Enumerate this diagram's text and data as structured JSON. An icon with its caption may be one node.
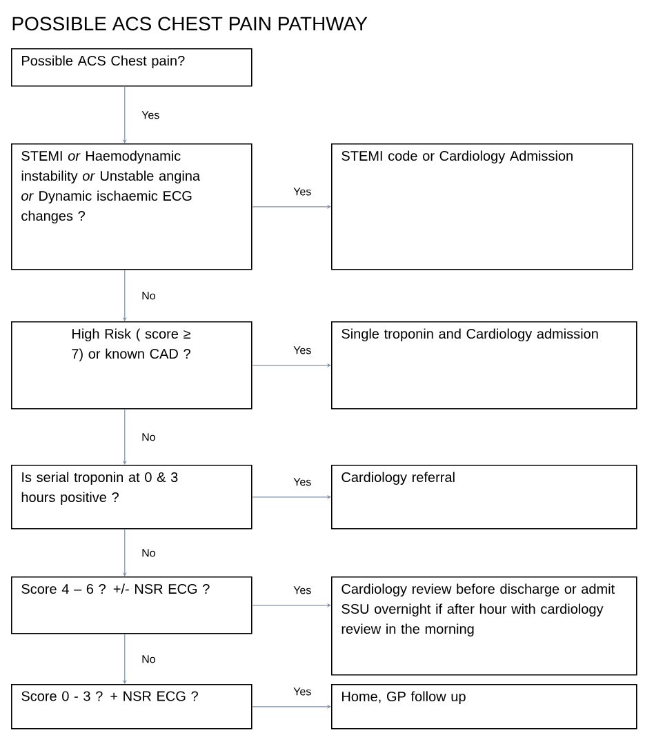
{
  "diagram": {
    "title": "POSSIBLE ACS CHEST PAIN PATHWAY",
    "nodes": [
      {
        "text": [
          "Possible ACS Chest pain?"
        ]
      },
      {
        "text": [
          "STEMI *or* Haemodynamic instability *or* Unstable angina *or* Dynamic ischaemic ECG changes ?"
        ]
      },
      {
        "text": [
          "STEMI code or Cardiology Admission"
        ]
      },
      {
        "text": [
          "High Risk ( score ≥ 7) or known CAD ?"
        ]
      },
      {
        "text": [
          "Single troponin and Cardiology admission"
        ]
      },
      {
        "text": [
          "Is serial troponin at 0 & 3 hours positive ?"
        ]
      },
      {
        "text": [
          "Cardiology referral"
        ]
      },
      {
        "text": [
          "Score 4 – 6 ? +/- NSR ECG ?"
        ]
      },
      {
        "text": [
          "Cardiology review before discharge or admit SSU overnight if after hour with cardiology review in the morning"
        ]
      },
      {
        "text": [
          "Score 0 - 3 ? + NSR ECG ?"
        ]
      },
      {
        "text": [
          "Home, GP follow up"
        ]
      }
    ],
    "edges": [
      {
        "from": 0,
        "to": 1,
        "arrow": "to",
        "label": "Yes"
      },
      {
        "from": 1,
        "to": 2,
        "arrow": "to",
        "label": "Yes"
      },
      {
        "from": 1,
        "to": 3,
        "arrow": "to",
        "label": "No"
      },
      {
        "from": 3,
        "to": 4,
        "arrow": "to",
        "label": "Yes"
      },
      {
        "from": 3,
        "to": 5,
        "arrow": "to",
        "label": "No"
      },
      {
        "from": 5,
        "to": 6,
        "arrow": "to",
        "label": "Yes"
      },
      {
        "from": 5,
        "to": 7,
        "arrow": "to",
        "label": "No"
      },
      {
        "from": 7,
        "to": 8,
        "arrow": "to",
        "label": "Yes"
      },
      {
        "from": 7,
        "to": 9,
        "arrow": "to",
        "label": "No"
      },
      {
        "from": 9,
        "to": 10,
        "arrow": "to",
        "label": "Yes"
      }
    ]
  }
}
